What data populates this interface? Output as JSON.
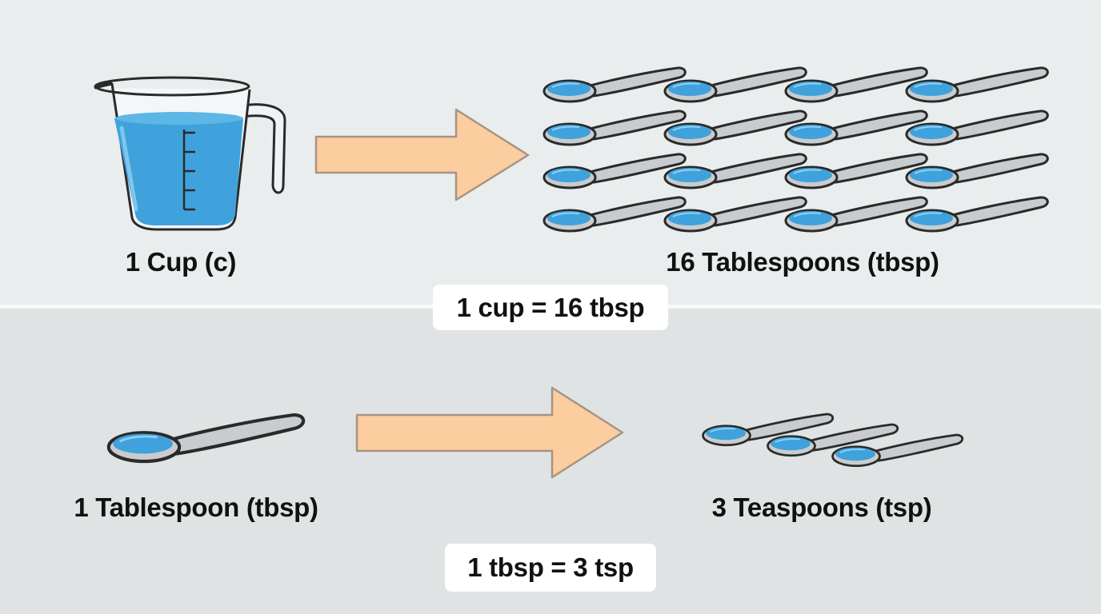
{
  "conversions": [
    {
      "from_label": "1 Cup (c)",
      "to_label": "16 Tablespoons (tbsp)",
      "equation": "1 cup = 16 tbsp",
      "to_count": 16
    },
    {
      "from_label": "1 Tablespoon (tbsp)",
      "to_label": "3 Teaspoons (tsp)",
      "equation": "1 tbsp = 3 tsp",
      "to_count": 3
    }
  ],
  "colors": {
    "liquid": "#3fa2dc",
    "liquid_dark": "#2a7fb8",
    "arrow_fill": "#fbcd9f",
    "arrow_stroke": "#a59484",
    "spoon_metal": "#c9ccce",
    "outline": "#2a2a2a"
  },
  "icons": {
    "source_top": "measuring-cup-icon",
    "target_top": "tablespoon-icon",
    "source_bottom": "tablespoon-icon",
    "target_bottom": "teaspoon-icon",
    "arrow": "right-arrow-icon"
  }
}
